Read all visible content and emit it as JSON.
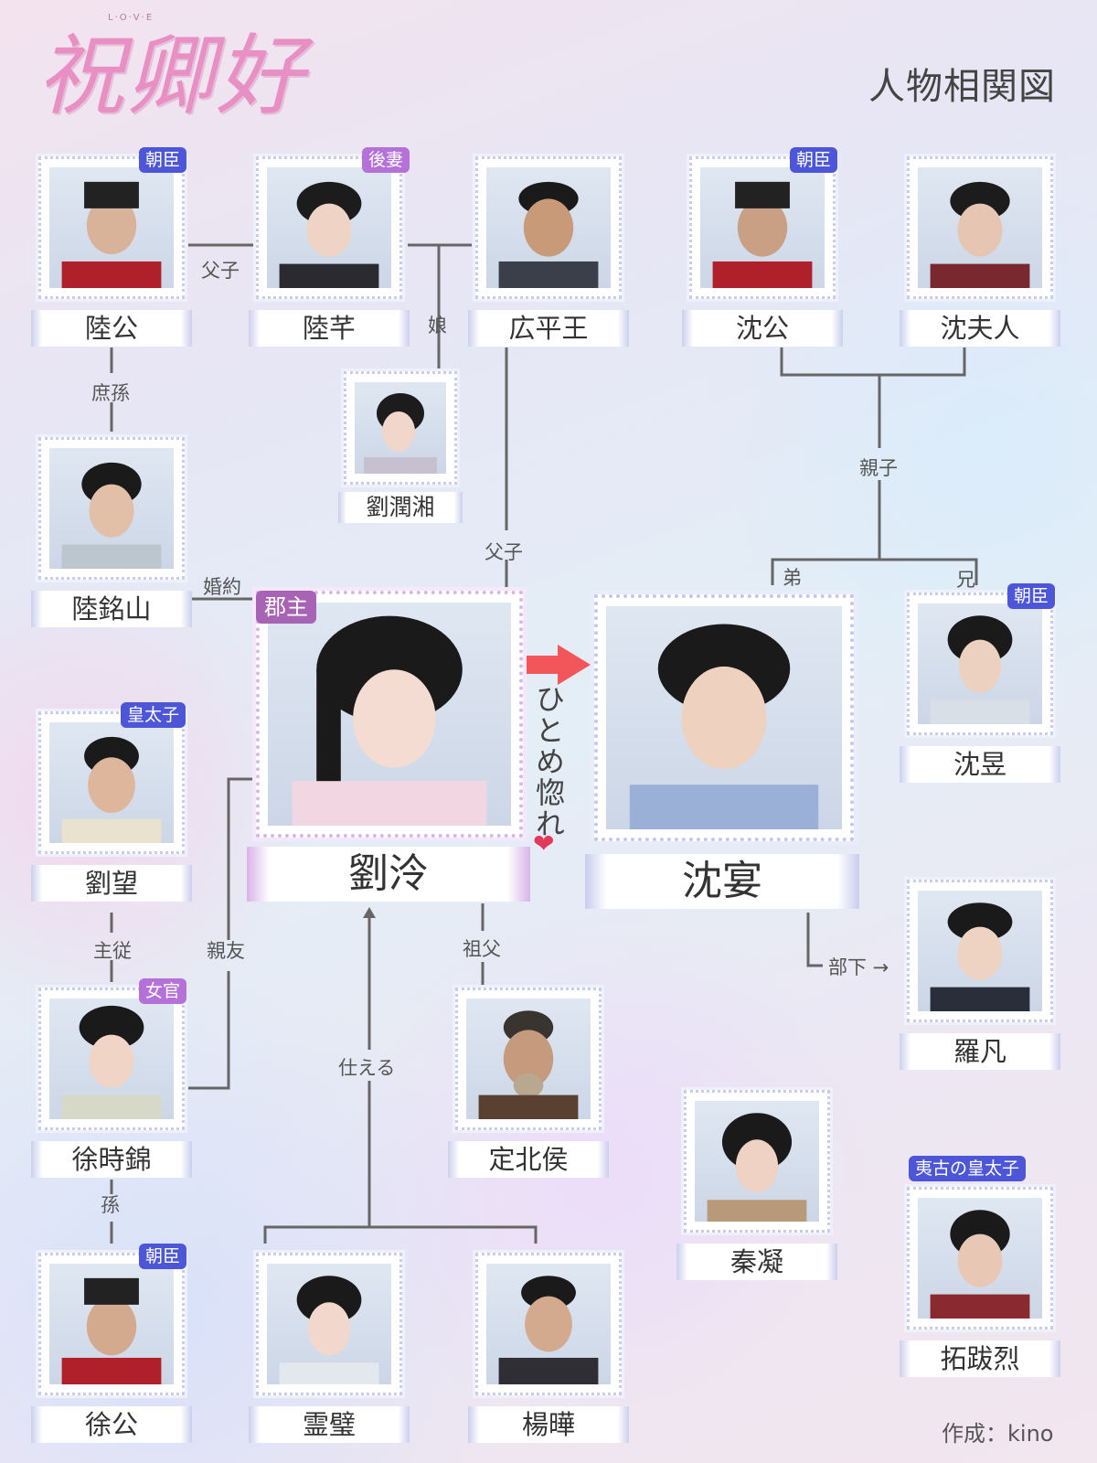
{
  "header": {
    "logo_text": "祝卿好",
    "title": "人物相関図",
    "credit": "作成：kino"
  },
  "colors": {
    "tag_court": "#4c56d6",
    "tag_lady": "#b472d9",
    "tag_princess": "#a864b4",
    "arrow": "#f2555a",
    "heart": "#e23a5a"
  },
  "characters": {
    "lu_gong": {
      "name": "陸公",
      "tag": "朝臣"
    },
    "lu_qian": {
      "name": "陸芊",
      "tag": "後妻"
    },
    "guangping": {
      "name": "広平王"
    },
    "shen_gong": {
      "name": "沈公",
      "tag": "朝臣"
    },
    "shen_furen": {
      "name": "沈夫人"
    },
    "liu_runxiang": {
      "name": "劉潤湘"
    },
    "lu_mingshan": {
      "name": "陸銘山"
    },
    "liu_ling": {
      "name": "劉泠",
      "tag": "郡主"
    },
    "shen_yan": {
      "name": "沈宴"
    },
    "shen_yu": {
      "name": "沈昱",
      "tag": "朝臣"
    },
    "liu_wang": {
      "name": "劉望",
      "tag": "皇太子"
    },
    "xu_shijin": {
      "name": "徐時錦",
      "tag": "女官"
    },
    "dingbei": {
      "name": "定北侯"
    },
    "luo_fan": {
      "name": "羅凡"
    },
    "qin_ning": {
      "name": "秦凝"
    },
    "tuoba_lie": {
      "name": "拓跋烈",
      "tag": "夷古の皇太子"
    },
    "xu_gong": {
      "name": "徐公",
      "tag": "朝臣"
    },
    "ling_bi": {
      "name": "霊璧"
    },
    "yang_ye": {
      "name": "楊曄"
    }
  },
  "relations": {
    "fushi_1": "父子",
    "musume": "娘",
    "shoson": "庶孫",
    "oyako": "親子",
    "otouto": "弟",
    "ani": "兄",
    "fushi_2": "父子",
    "konyaku": "婚約",
    "hitomebore": "ひとめ惚れ",
    "heart": "❤",
    "shuju": "主従",
    "shinyu": "親友",
    "sofu": "祖父",
    "buka": "部下 →",
    "tsukaeru": "仕える",
    "mago": "孫"
  }
}
